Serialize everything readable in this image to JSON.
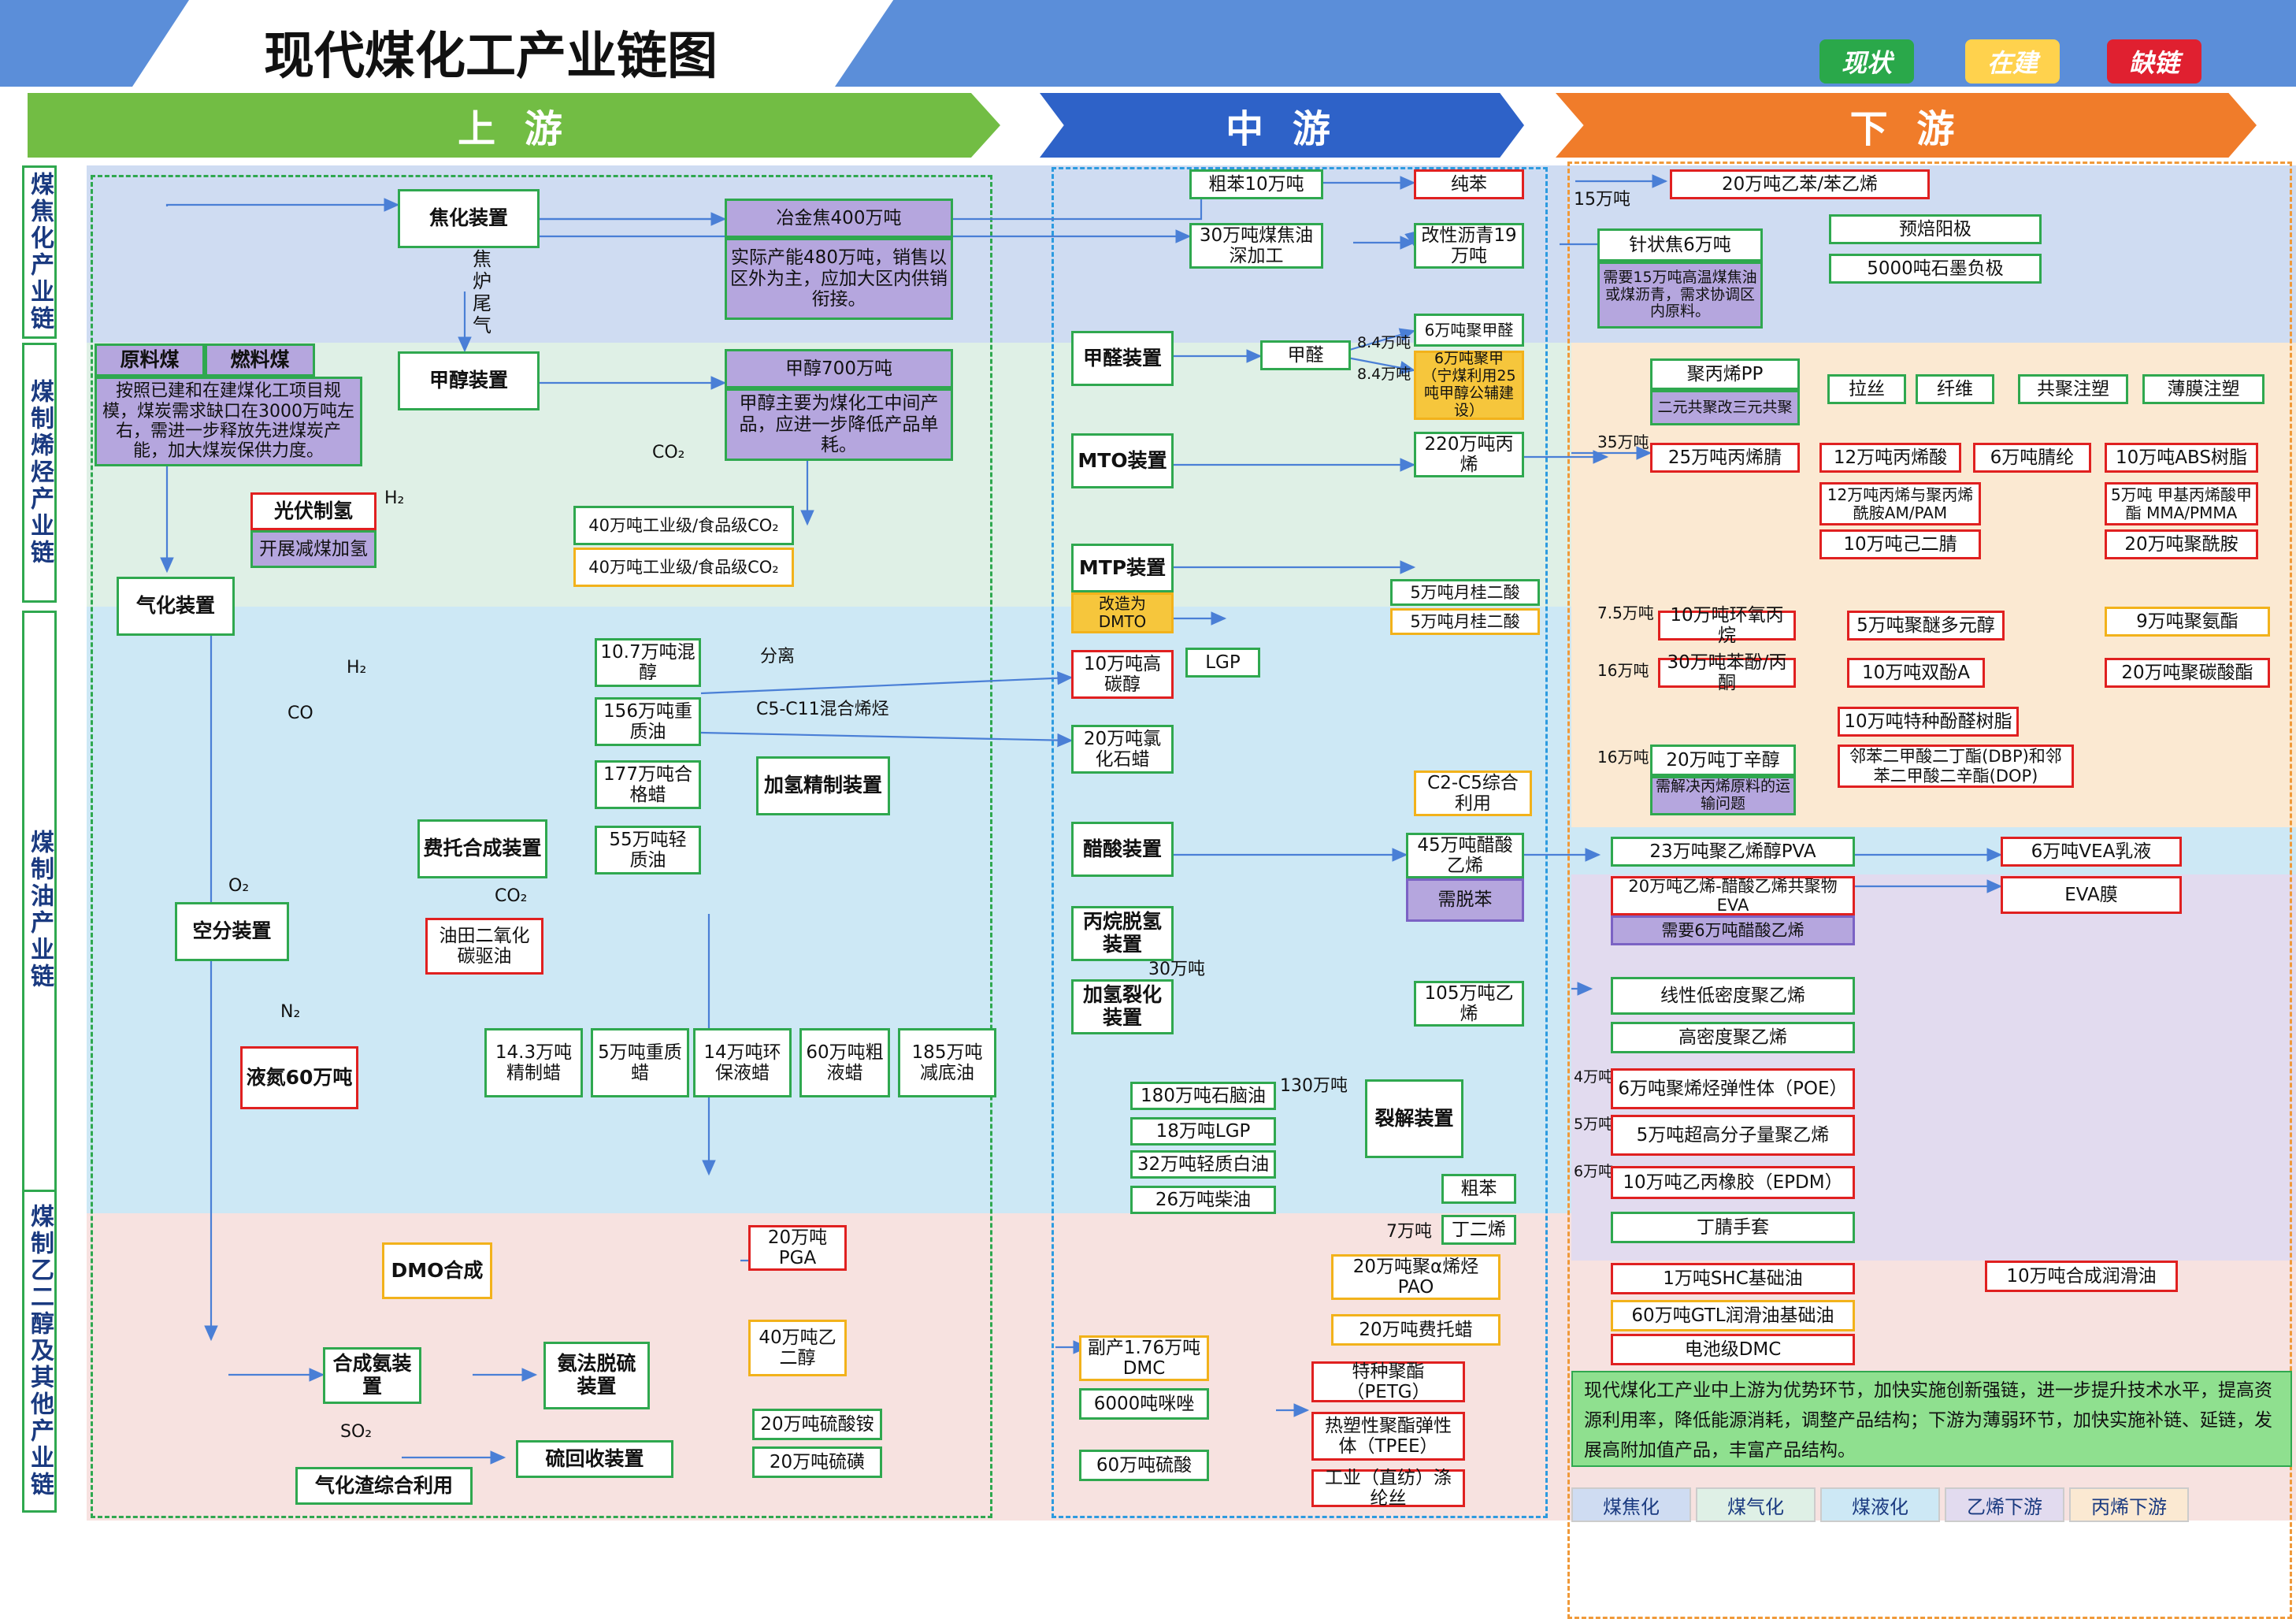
{
  "title": "现代煤化工产业链图",
  "legend": {
    "current": "现状",
    "building": "在建",
    "missing": "缺链"
  },
  "legend_colors": {
    "current": "#2aa84a",
    "building": "#ffd24d",
    "missing": "#e02030"
  },
  "headers": {
    "up": "上 游",
    "mid": "中 游",
    "down": "下 游"
  },
  "side_labels": {
    "coke": "煤焦化产业链",
    "olefin": "煤制烯烃产业链",
    "oil": "煤制油产业链",
    "glycol": "煤制乙二醇及其他产业链"
  },
  "upstream": {
    "raw_coal": "原料煤",
    "fuel_coal": "燃料煤",
    "coal_note": "按照已建和在建煤化工项目规模，煤炭需求缺口在3000万吨左右，需进一步释放先进煤炭产能，加大煤炭保供力度。",
    "coking": "焦化装置",
    "coking_tail": "焦炉尾气",
    "met_coke": "冶金焦400万吨",
    "met_coke_note": "实际产能480万吨，销售以区外为主，应加大区内供销衔接。",
    "methanol_unit": "甲醇装置",
    "methanol": "甲醇700万吨",
    "methanol_note": "甲醇主要为煤化工中间产品，应进一步降低产品单耗。",
    "co2_a": "40万吨工业级/食品级CO₂",
    "co2_b": "40万吨工业级/食品级CO₂",
    "pv_h2": "光伏制氢",
    "pv_note": "开展减煤加氢",
    "gasifier": "气化装置",
    "asu": "空分装置",
    "ft": "费托合成装置",
    "oil_co2": "油田二氧化碳驱油",
    "liquid_n2": "液氮60万吨",
    "mixed_alc": "10.7万吨混醇",
    "heavy_oil_156": "156万吨重质油",
    "wax_177": "177万吨合格蜡",
    "light_oil_55": "55万吨轻质油",
    "hydro_refine": "加氢精制装置",
    "wax_143": "14.3万吨精制蜡",
    "wax_5": "5万吨重质蜡",
    "wax_14": "14万吨环保液蜡",
    "wax_60": "60万吨粗液蜡",
    "wax_185": "185万吨减底油",
    "dmo": "DMO合成",
    "ammonia": "合成氨装置",
    "desulf": "氨法脱硫装置",
    "sulfur_rec": "硫回收装置",
    "slag": "气化渣综合利用",
    "pga": "20万吨PGA",
    "eg": "40万吨乙二醇",
    "amsulf": "20万吨硫酸铵",
    "sulfur": "20万吨硫磺",
    "l_co2": "CO₂",
    "l_h2a": "H₂",
    "l_h2b": "H₂",
    "l_co": "CO",
    "l_o2": "O₂",
    "l_n2": "N₂",
    "l_so2": "SO₂",
    "l_co2b": "CO₂",
    "l_sep": "分离",
    "l_c5": "C5-C11混合烯烃",
    "l_jiao": "焦炉尾气"
  },
  "midstream": {
    "benzene_crude": "粗苯10万吨",
    "tar": "30万吨煤焦油深加工",
    "formal_unit": "甲醛装置",
    "formal": "甲醛",
    "mto": "MTO装置",
    "mtp": "MTP装置",
    "mtp_note": "改造为DMTO",
    "hc_alc": "10万吨高碳醇",
    "cl_wax": "20万吨氯化石蜡",
    "acetic": "醋酸装置",
    "pdh": "丙烷脱氢装置",
    "hydrocrack": "加氢裂化装置",
    "lgp": "LGP",
    "naphtha": "180万吨石脑油",
    "lgp18": "18万吨LGP",
    "white_oil": "32万吨轻质白油",
    "diesel": "26万吨柴油",
    "byproduct_dmc": "副产1.76万吨DMC",
    "mi_zuo": "6000吨咪唑",
    "sulfuric": "60万吨硫酸",
    "l_30": "30万吨",
    "l_130": "130万吨",
    "l_84a": "8.4万吨",
    "l_84b": "8.4万吨"
  },
  "midright": {
    "pure_benzene": "纯苯",
    "pitch": "改性沥青19万吨",
    "pom6": "6万吨聚甲醛",
    "pom6b": "6万吨聚甲（宁煤利用25吨甲醇公辅建设）",
    "propylene": "220万吨丙烯",
    "lauric_a": "5万吨月桂二酸",
    "lauric_b": "5万吨月桂二酸",
    "c2c5": "C2-C5综合利用",
    "vac": "45万吨醋酸乙烯",
    "vac_note": "需脱苯",
    "ethylene": "105万吨乙烯",
    "cracker": "裂解装置",
    "crude_benzene": "粗苯",
    "butadiene": "丁二烯",
    "pao": "20万吨聚α烯烃PAO",
    "ft_wax": "20万吨费托蜡",
    "petg": "特种聚酯（PETG）",
    "tpee": "热塑性聚酯弹性体（TPEE）",
    "fiber": "工业（直纺）涤纶丝",
    "l_7": "7万吨"
  },
  "downstream": {
    "styrene": "20万吨乙苯/苯乙烯",
    "needle_coke": "针状焦6万吨",
    "needle_note": "需要15万吨高温煤焦油或煤沥青，需求协调区内原料。",
    "pre_anode": "预焙阳极",
    "graphite": "5000吨石墨负极",
    "pp": "聚丙烯PP",
    "pp_note": "二元共聚改三元共聚",
    "lasi": "拉丝",
    "xianwei": "纤维",
    "gongju": "共聚注塑",
    "bomo": "薄膜注塑",
    "acrylonitrile": "25万吨丙烯腈",
    "acrylic_acid": "12万吨丙烯酸",
    "adiponitrile_6": "6万吨腈纶",
    "abs": "10万吨ABS树脂",
    "am_pam": "12万吨丙烯与聚丙烯酰胺AM/PAM",
    "mma": "5万吨 甲基丙烯酸甲酯 MMA/PMMA",
    "adn": "10万吨己二腈",
    "pa": "20万吨聚酰胺",
    "ech": "10万吨环氧丙烷",
    "polyether": "5万吨聚醚多元醇",
    "pu": "9万吨聚氨酯",
    "phenol": "30万吨苯酚/丙酮",
    "bpa": "10万吨双酚A",
    "pc": "20万吨聚碳酸酯",
    "phenolic": "10万吨特种酚醛树脂",
    "octanol": "20万吨丁辛醇",
    "octanol_note": "需解决丙烯原料的运输问题",
    "dbp": "邻苯二甲酸二丁酯(DBP)和邻苯二甲酸二辛酯(DOP)",
    "pva": "23万吨聚乙烯醇PVA",
    "vae": "6万吨VEA乳液",
    "eva": "20万吨乙烯-醋酸乙烯共聚物EVA",
    "eva_note": "需要6万吨醋酸乙烯",
    "eva_film": "EVA膜",
    "lldpe": "线性低密度聚乙烯",
    "hdpe": "高密度聚乙烯",
    "poe": "6万吨聚烯烃弹性体（POE）",
    "uhmw": "5万吨超高分子量聚乙烯",
    "epdm": "10万吨乙丙橡胶（EPDM）",
    "nbr": "丁腈手套",
    "shc": "1万吨SHC基础油",
    "lube": "10万吨合成润滑油",
    "gtl": "60万吨GTL润滑油基础油",
    "dmc": "电池级DMC",
    "l_15": "15万吨",
    "l_35": "35万吨",
    "l_75": "7.5万吨",
    "l_16a": "16万吨",
    "l_16b": "16万吨",
    "l_4": "4万吨",
    "l_5": "5万吨",
    "l_6": "6万吨"
  },
  "summary": "现代煤化工产业中上游为优势环节，加快实施创新强链，进一步提升技术水平，提高资源利用率，降低能源消耗，调整产品结构；下游为薄弱环节，加快实施补链、延链，发展高附加值产品，丰富产品结构。",
  "bottom_legend": [
    "煤焦化",
    "煤气化",
    "煤液化",
    "乙烯下游",
    "丙烯下游"
  ]
}
